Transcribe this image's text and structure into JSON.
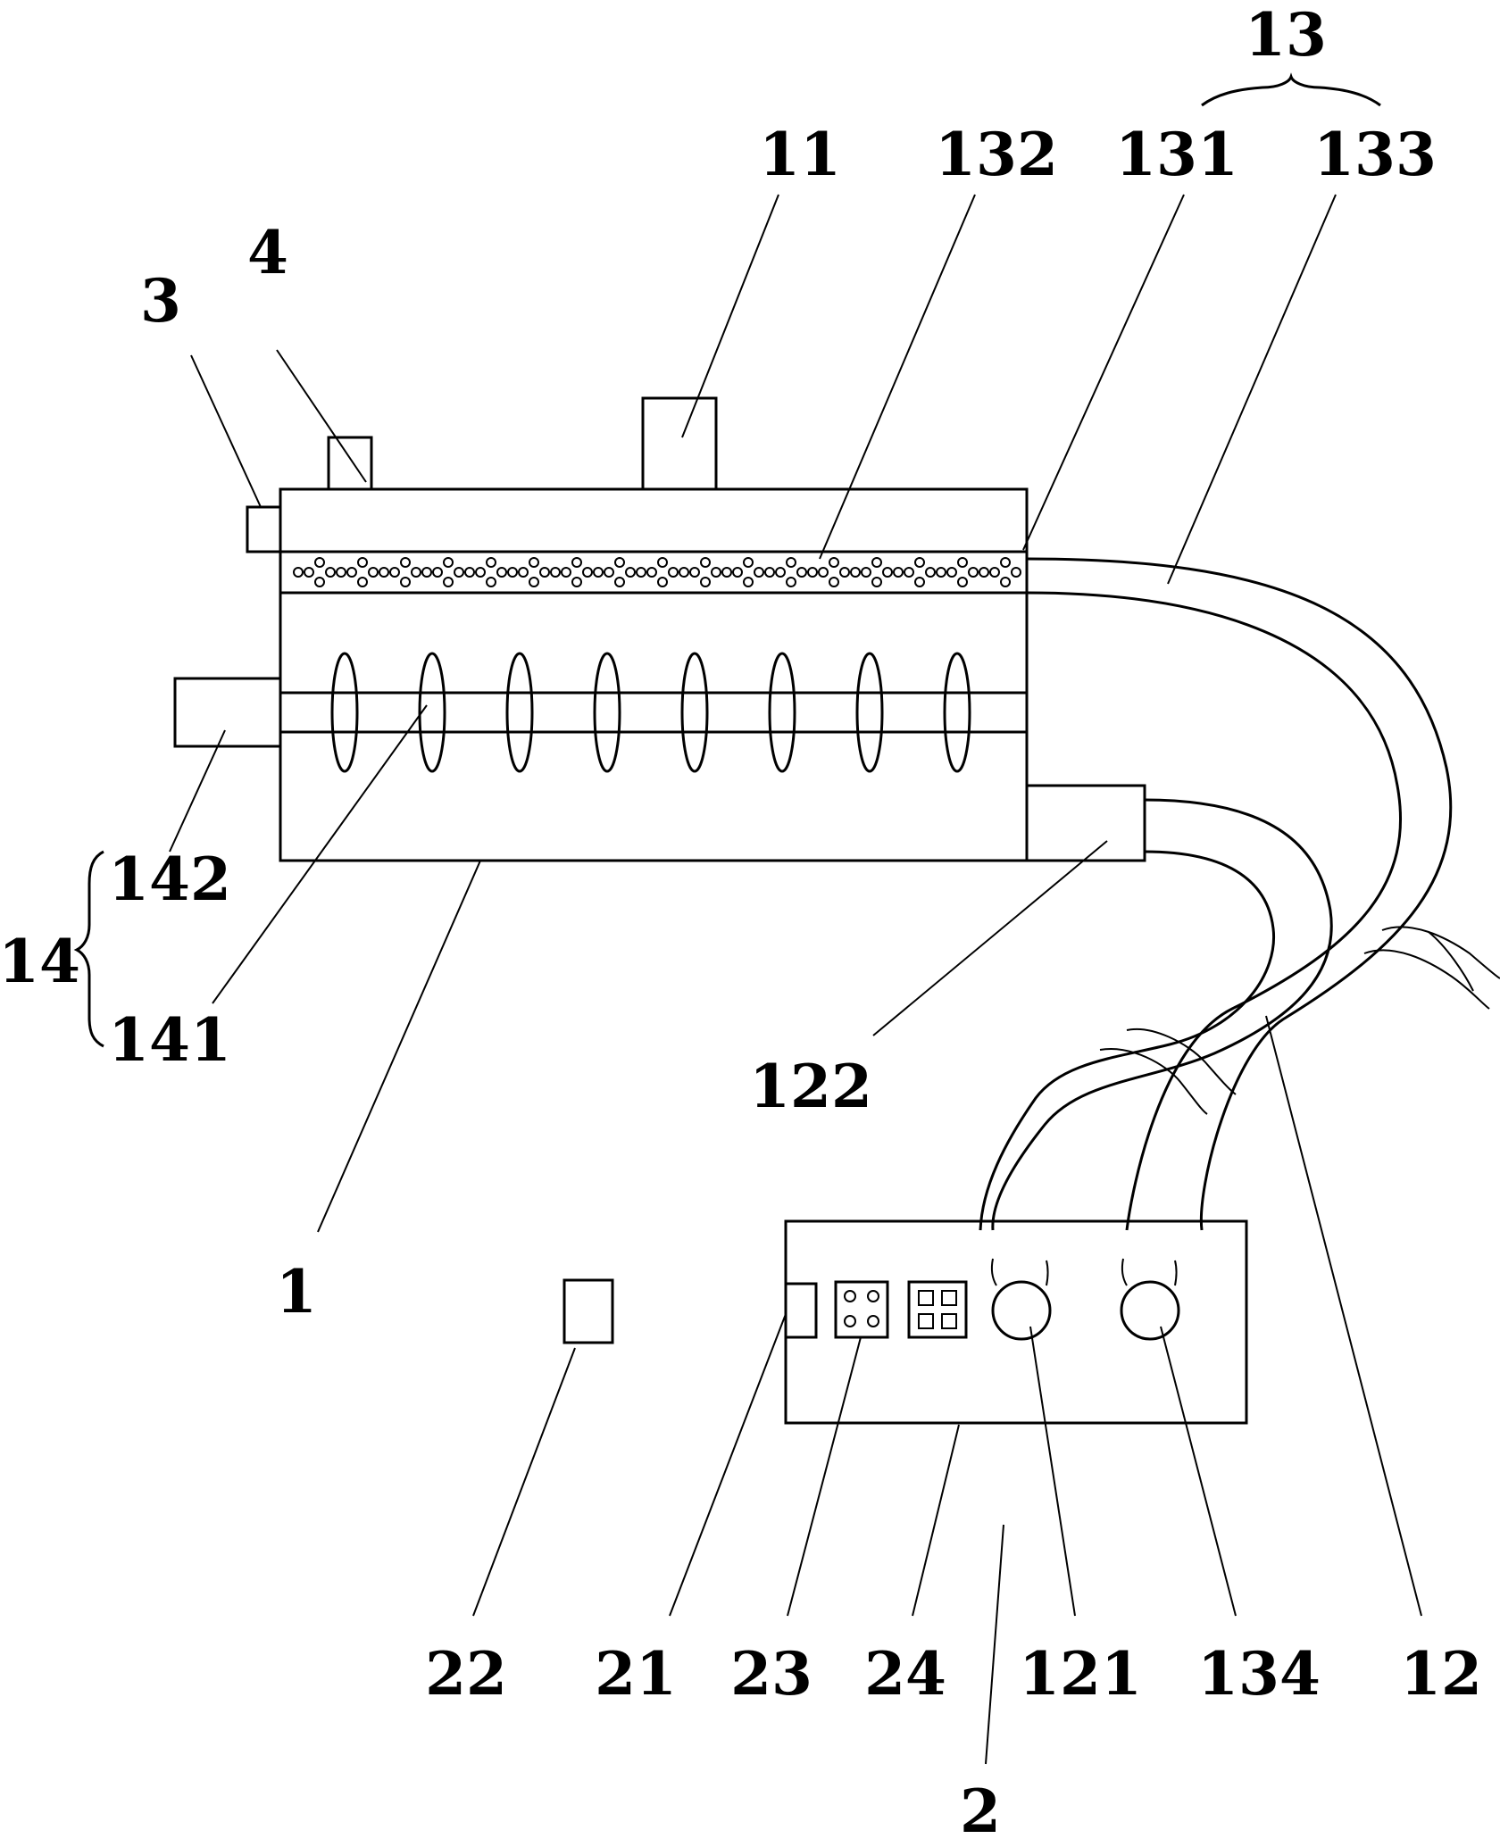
{
  "labels": {
    "l13": "13",
    "l131": "131",
    "l132": "132",
    "l133": "133",
    "l11": "11",
    "l4": "4",
    "l3": "3",
    "l142": "142",
    "l14": "14",
    "l141": "141",
    "l122": "122",
    "l1": "1",
    "l22": "22",
    "l21": "21",
    "l23": "23",
    "l24": "24",
    "l121": "121",
    "l134": "134",
    "l12": "12",
    "l2": "2"
  },
  "colors": {
    "stroke": "#000000",
    "background": "#ffffff"
  }
}
